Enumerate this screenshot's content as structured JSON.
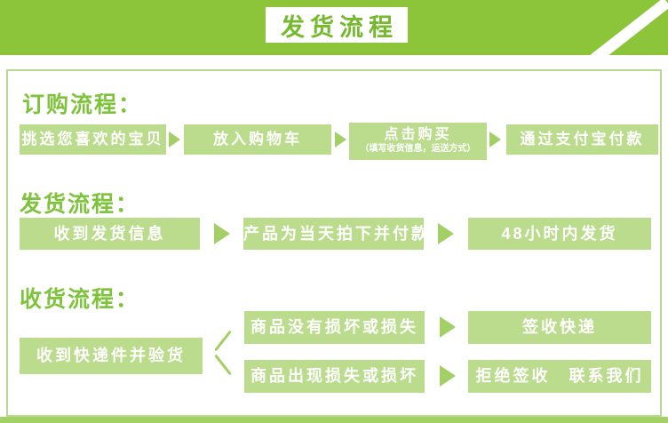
{
  "banner": {
    "title": "发货流程"
  },
  "sections": [
    {
      "heading": "订购流程：",
      "steps": [
        {
          "label": "挑选您喜欢的宝贝"
        },
        {
          "label": "放入购物车"
        },
        {
          "label": "点击购买",
          "sublabel": "（填写收货信息，运送方式）"
        },
        {
          "label": "通过支付宝付款"
        }
      ]
    },
    {
      "heading": "发货流程：",
      "steps": [
        {
          "label": "收到发货信息"
        },
        {
          "label": "产品为当天拍下并付款"
        },
        {
          "label": "48小时内发货"
        }
      ]
    },
    {
      "heading": "收货流程：",
      "root": {
        "label": "收到快递件并验货"
      },
      "branches": [
        {
          "condition": "商品没有损坏或损失",
          "result": "签收快递"
        },
        {
          "condition": "商品出现损失或损坏",
          "result": "拒绝签收　联系我们"
        }
      ]
    }
  ],
  "colors": {
    "banner_green": "#8cc43a",
    "title_text_green": "#76b82e",
    "heading_green": "#7fc33c",
    "box_green": "#bbdb8d",
    "arrow_green": "#a2d065",
    "frame_border_green": "#b7da8c",
    "footer_green": "#a3d166",
    "box_text": "#ffffff"
  }
}
